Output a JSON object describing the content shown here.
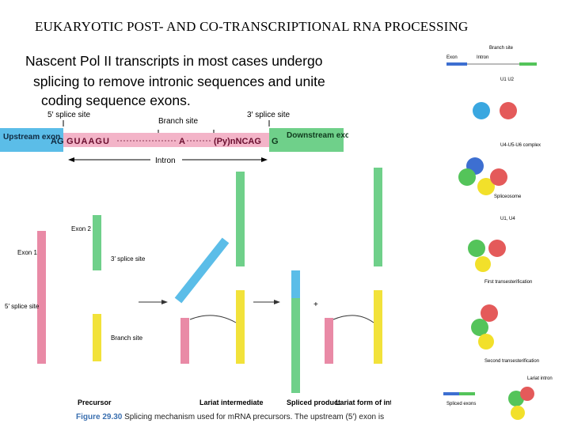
{
  "title": "EUKARYOTIC POST- AND CO-TRANSCRIPTIONAL RNA PROCESSING",
  "subtitle_lines": [
    "Nascent Pol II transcripts in most cases undergo",
    "splicing to remove intronic sequences and unite",
    "coding sequence exons."
  ],
  "top_strip": {
    "five_splice": "5′ splice site",
    "branch_site": "Branch site",
    "three_splice": "3′ splice site",
    "upstream": "Upstream exon",
    "downstream": "Downstream exon",
    "seq_left": "AG",
    "seq_gu": "GUAAGU",
    "seq_a": "A",
    "seq_py": "(Py)nNCAG",
    "seq_right": "G",
    "intron": "Intron"
  },
  "figure": {
    "exon2": "Exon 2",
    "exon1": "Exon 1",
    "three_splice": "3′ splice site",
    "five_splice": "5′ splice site",
    "branch_site": "Branch site",
    "precursor": "Precursor",
    "lariat_intermediate": "Lariat intermediate",
    "spliced_product": "Spliced product",
    "lariat_form": "Lariat form of intron",
    "caption_label": "Figure 29.30",
    "caption_text": "Splicing mechanism used for mRNA precursors. The upstream (5′) exon is"
  },
  "right_panel": {
    "branch_site": "Branch site",
    "exon": "Exon",
    "intron": "Intron",
    "u1_u2": "U1 U2",
    "u4_u6_u5": "U4-U5-U6 complex",
    "spliceosome": "Spliceosome",
    "u1_u4": "U1, U4",
    "first_trans": "First transesterification",
    "second_trans": "Second transesterification",
    "lariat_intron": "Lariat intron",
    "spliced_exons": "Spliced exons"
  },
  "colors": {
    "exon_blue": "#5bbde8",
    "intron_pink": "#e98aa6",
    "exon_green": "#6fd08a",
    "yellow": "#f2e23a",
    "u1": "#3aa7e0",
    "u2": "#e45a5a",
    "u4": "#3d6fd1",
    "u5": "#f2e02a",
    "u6": "#54c45a"
  }
}
